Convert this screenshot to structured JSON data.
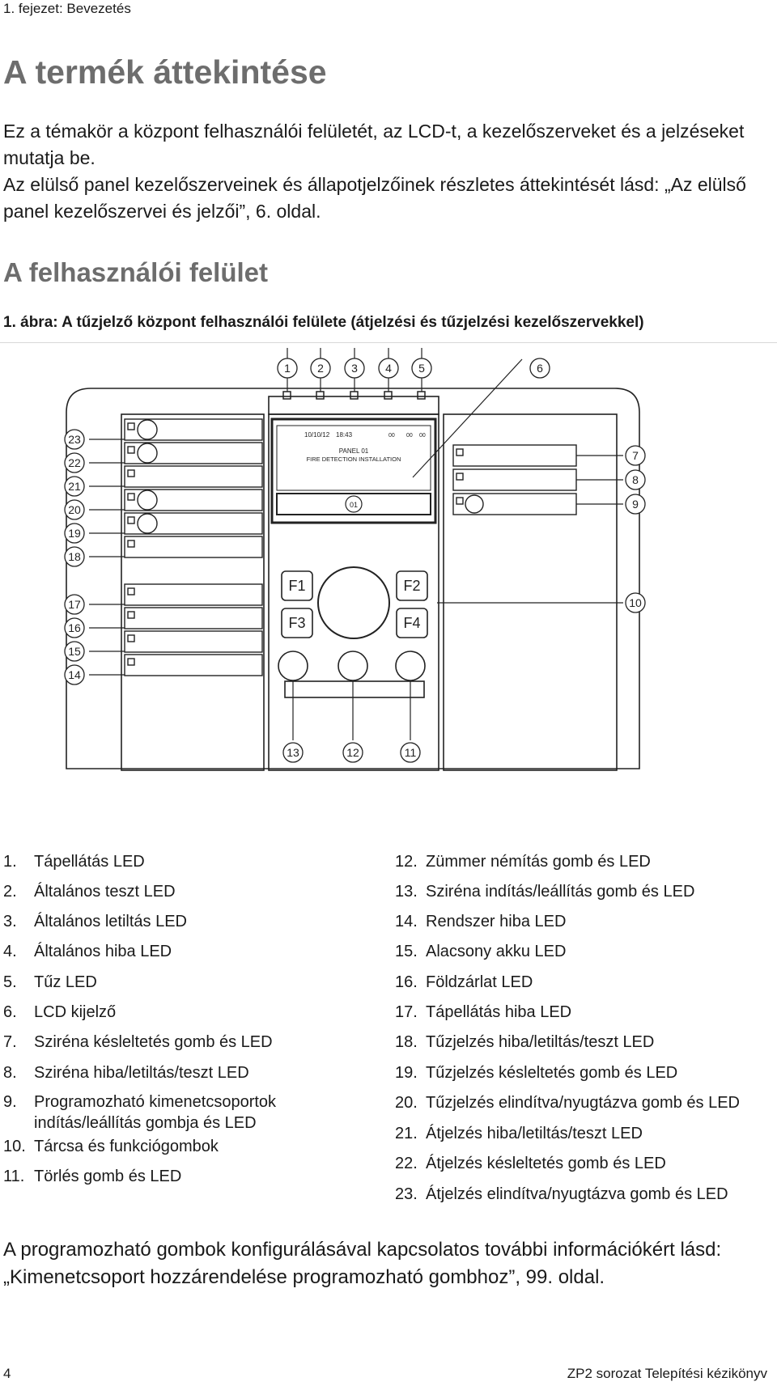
{
  "header": {
    "chapter": "1. fejezet: Bevezetés"
  },
  "title": "A termék áttekintése",
  "intro": {
    "p1": "Ez a témakör a központ felhasználói felületét, az LCD-t, a kezelőszerveket és a jelzéseket mutatja be.",
    "p2": "Az elülső panel kezelőszerveinek és állapotjelzőinek részletes áttekintését lásd: „Az elülső panel kezelőszervei és jelzői”, 6. oldal."
  },
  "subtitle": "A felhasználói felület",
  "figure": {
    "caption": "1. ábra: A tűzjelző központ felhasználói felülete (átjelzési és tűzjelzési kezelőszervekkel)",
    "callouts": [
      "1",
      "2",
      "3",
      "4",
      "5",
      "6",
      "7",
      "8",
      "9",
      "10",
      "11",
      "12",
      "13",
      "14",
      "15",
      "16",
      "17",
      "18",
      "19",
      "20",
      "21",
      "22",
      "23"
    ],
    "lcd": {
      "date": "10/10/12",
      "time": "18:43",
      "count1": "00",
      "count2": "00",
      "count3": "00",
      "line1": "PANEL 01",
      "line2": "FIRE DETECTION INSTALLATION",
      "badge": "01"
    },
    "function_keys": [
      "F1",
      "F2",
      "F3",
      "F4"
    ]
  },
  "legend": {
    "left": [
      {
        "num": "1.",
        "text": "Tápellátás LED"
      },
      {
        "num": "2.",
        "text": "Általános teszt LED"
      },
      {
        "num": "3.",
        "text": "Általános letiltás LED"
      },
      {
        "num": "4.",
        "text": "Általános hiba LED"
      },
      {
        "num": "5.",
        "text": "Tűz LED"
      },
      {
        "num": "6.",
        "text": "LCD kijelző"
      },
      {
        "num": "7.",
        "text": "Sziréna késleltetés gomb és LED"
      },
      {
        "num": "8.",
        "text": "Sziréna hiba/letiltás/teszt LED"
      },
      {
        "num": "9.",
        "text": "Programozható kimenetcsoportok indítás/leállítás gombja és LED"
      },
      {
        "num": "10.",
        "text": "Tárcsa és funkciógombok"
      },
      {
        "num": "11.",
        "text": "Törlés gomb és LED"
      }
    ],
    "right": [
      {
        "num": "12.",
        "text": "Zümmer némítás gomb és LED"
      },
      {
        "num": "13.",
        "text": "Sziréna indítás/leállítás gomb és LED"
      },
      {
        "num": "14.",
        "text": "Rendszer hiba LED"
      },
      {
        "num": "15.",
        "text": "Alacsony akku LED"
      },
      {
        "num": "16.",
        "text": "Földzárlat LED"
      },
      {
        "num": "17.",
        "text": "Tápellátás hiba LED"
      },
      {
        "num": "18.",
        "text": "Tűzjelzés hiba/letiltás/teszt LED"
      },
      {
        "num": "19.",
        "text": "Tűzjelzés késleltetés gomb és LED"
      },
      {
        "num": "20.",
        "text": "Tűzjelzés elindítva/nyugtázva gomb és LED"
      },
      {
        "num": "21.",
        "text": "Átjelzés hiba/letiltás/teszt LED"
      },
      {
        "num": "22.",
        "text": "Átjelzés késleltetés gomb és LED"
      },
      {
        "num": "23.",
        "text": "Átjelzés elindítva/nyugtázva gomb és LED"
      }
    ]
  },
  "closing": "A programozható gombok konfigurálásával kapcsolatos további információkért lásd: „Kimenetcsoport hozzárendelése programozható gombhoz”, 99. oldal.",
  "footer": {
    "page": "4",
    "manual": "ZP2 sorozat Telepítési kézikönyv"
  }
}
